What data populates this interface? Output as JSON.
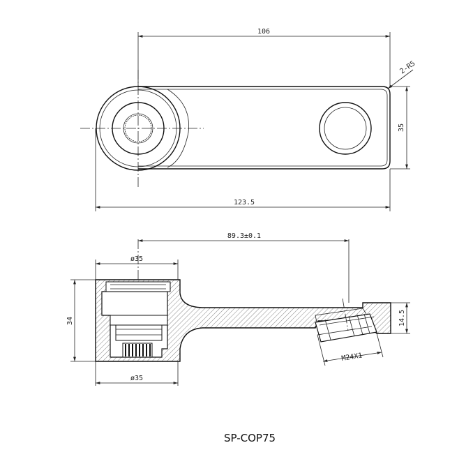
{
  "dimensions": {
    "top_length": "106",
    "radius_note": "2-R5",
    "height_right": "35",
    "overall_length": "123.5",
    "center_distance": "89.3±0.1",
    "dia_top": "ø35",
    "height_left": "34",
    "dia_bottom": "ø35",
    "height_right_side": "14.5",
    "thread": "M24X1"
  },
  "title": "SP-COP75"
}
